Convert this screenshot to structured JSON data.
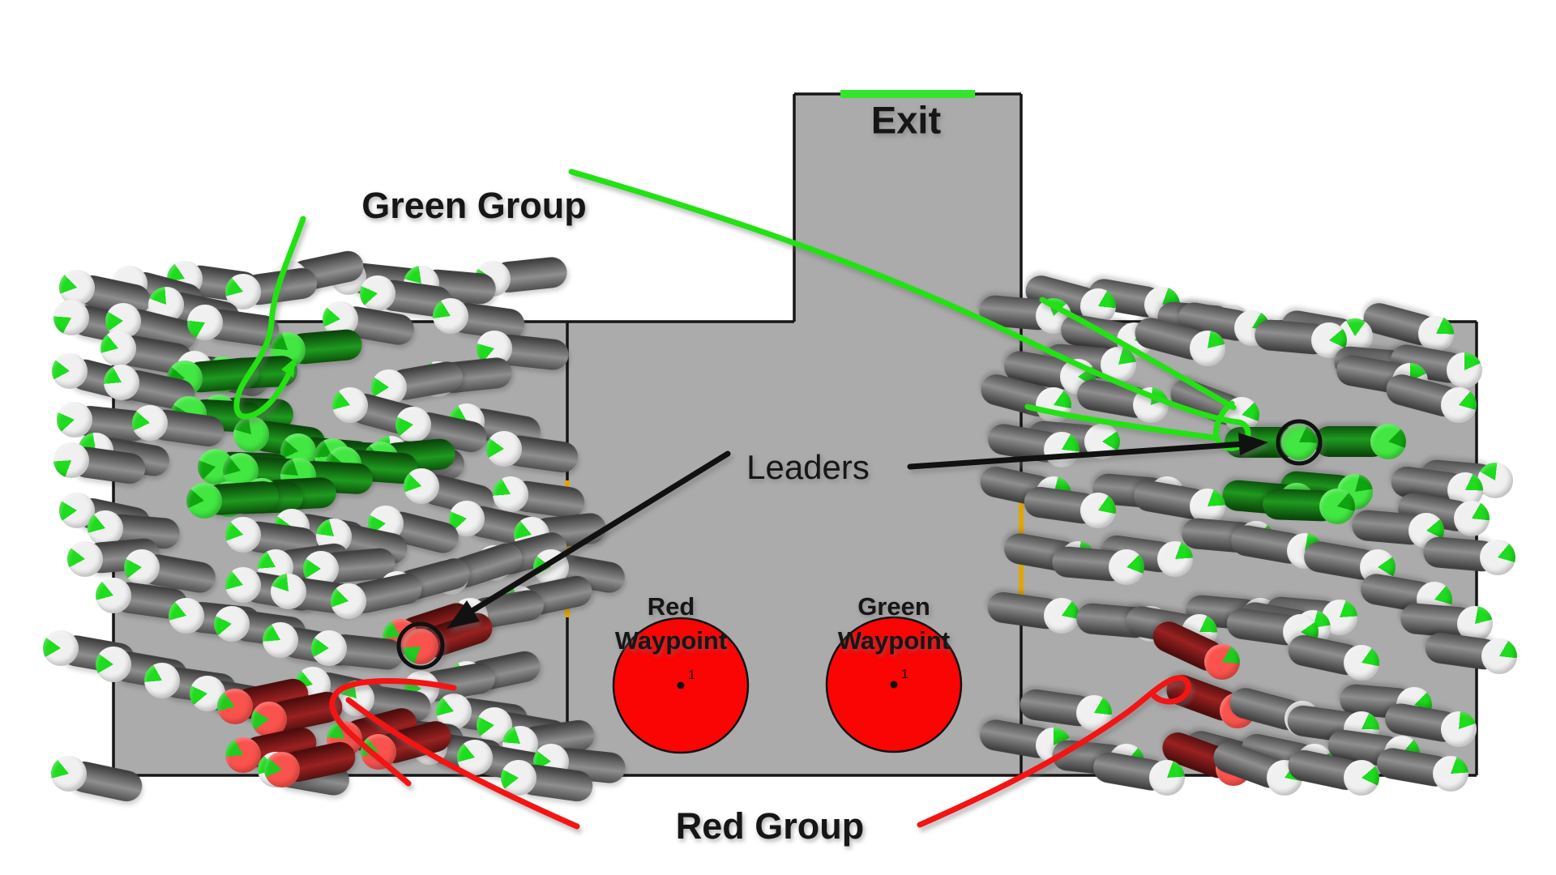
{
  "labels": {
    "exit": "Exit",
    "green_group": "Green Group",
    "red_group": "Red Group",
    "leaders": "Leaders"
  },
  "waypoints": {
    "red": {
      "label_line1": "Red",
      "label_line2": "Waypoint",
      "id": "1"
    },
    "green": {
      "label_line1": "Green",
      "label_line2": "Waypoint",
      "id": "1"
    }
  },
  "colors": {
    "background": "#ffffff",
    "floor": "#ababab",
    "wall": "#161616",
    "exit_marker": "#35e52c",
    "door_marker": "#e0a50a",
    "annotation_green": "#22e213",
    "annotation_red": "#f41414",
    "annotation_black": "#111111",
    "waypoint_fill": "#fb0404",
    "waypoint_outline": "#111111",
    "waypoint_dot": "#111111",
    "text": "#161616"
  },
  "agents_style": {
    "cap_diameter": 44,
    "body_length": 92,
    "body_height": 38,
    "wedge_span_deg": 66,
    "types": [
      {
        "name": "gray",
        "cap": "#f0f0f0",
        "wedge": "#1edc1e",
        "body": [
          "#414141",
          "#8f8f8f",
          "#4f4f4f"
        ]
      },
      {
        "name": "green",
        "cap": "#42e742",
        "wedge": "#10a510",
        "body": [
          "#0b470b",
          "#1f9a1f",
          "#0c520c"
        ]
      },
      {
        "name": "red",
        "cap": "#fa524c",
        "wedge": "#1fcc1f",
        "body": [
          "#4e0d0d",
          "#9a2121",
          "#581010"
        ]
      }
    ]
  },
  "agents": {
    "schema": [
      "x",
      "y",
      "body_angle_deg",
      "wedge_from_deg",
      "type_index"
    ],
    "list": [
      [
        95,
        355,
        12,
        250,
        0
      ],
      [
        160,
        350,
        15,
        200,
        0
      ],
      [
        228,
        344,
        8,
        260,
        0
      ],
      [
        205,
        376,
        12,
        290,
        0
      ],
      [
        152,
        396,
        14,
        235,
        0
      ],
      [
        253,
        398,
        8,
        210,
        0
      ],
      [
        300,
        360,
        -8,
        255,
        0
      ],
      [
        358,
        344,
        -12,
        200,
        0
      ],
      [
        430,
        342,
        6,
        265,
        0
      ],
      [
        466,
        362,
        8,
        228,
        0
      ],
      [
        420,
        394,
        10,
        245,
        0
      ],
      [
        520,
        350,
        5,
        285,
        0
      ],
      [
        608,
        344,
        -6,
        238,
        0
      ],
      [
        556,
        390,
        8,
        262,
        0
      ],
      [
        610,
        430,
        6,
        220,
        0
      ],
      [
        88,
        392,
        12,
        208,
        0
      ],
      [
        86,
        458,
        14,
        242,
        0
      ],
      [
        146,
        430,
        10,
        255,
        0
      ],
      [
        240,
        455,
        12,
        218,
        0
      ],
      [
        92,
        518,
        6,
        228,
        0
      ],
      [
        150,
        472,
        12,
        265,
        0
      ],
      [
        185,
        522,
        8,
        245,
        0
      ],
      [
        118,
        556,
        10,
        285,
        0
      ],
      [
        88,
        568,
        8,
        200,
        0
      ],
      [
        480,
        478,
        -10,
        238,
        0
      ],
      [
        540,
        468,
        -6,
        275,
        0
      ],
      [
        432,
        500,
        15,
        255,
        0
      ],
      [
        510,
        524,
        12,
        230,
        0
      ],
      [
        576,
        520,
        10,
        265,
        0
      ],
      [
        622,
        554,
        8,
        240,
        0
      ],
      [
        482,
        560,
        10,
        290,
        0
      ],
      [
        520,
        600,
        14,
        250,
        0
      ],
      [
        576,
        640,
        12,
        228,
        0
      ],
      [
        630,
        610,
        8,
        265,
        0
      ],
      [
        95,
        630,
        12,
        235,
        0
      ],
      [
        130,
        652,
        5,
        255,
        0
      ],
      [
        360,
        650,
        10,
        240,
        0
      ],
      [
        412,
        662,
        12,
        278,
        0
      ],
      [
        300,
        660,
        8,
        250,
        0
      ],
      [
        476,
        646,
        14,
        232,
        0
      ],
      [
        656,
        660,
        -6,
        255,
        0
      ],
      [
        680,
        700,
        10,
        242,
        0
      ],
      [
        340,
        700,
        -8,
        265,
        0
      ],
      [
        396,
        702,
        -5,
        238,
        0
      ],
      [
        300,
        722,
        10,
        255,
        0
      ],
      [
        356,
        730,
        8,
        288,
        0
      ],
      [
        430,
        742,
        -12,
        250,
        0
      ],
      [
        490,
        727,
        -15,
        232,
        0
      ],
      [
        556,
        712,
        -18,
        265,
        0
      ],
      [
        610,
        695,
        -15,
        242,
        0
      ],
      [
        230,
        760,
        6,
        255,
        0
      ],
      [
        286,
        770,
        8,
        230,
        0
      ],
      [
        346,
        790,
        10,
        265,
        0
      ],
      [
        406,
        800,
        6,
        240,
        0
      ],
      [
        580,
        760,
        -10,
        255,
        0
      ],
      [
        640,
        745,
        -12,
        275,
        0
      ],
      [
        175,
        700,
        10,
        232,
        0
      ],
      [
        140,
        735,
        8,
        255,
        0
      ],
      [
        105,
        690,
        -5,
        242,
        0
      ],
      [
        140,
        820,
        10,
        240,
        0
      ],
      [
        200,
        840,
        8,
        265,
        0
      ],
      [
        256,
        856,
        10,
        230,
        0
      ],
      [
        386,
        845,
        12,
        255,
        0
      ],
      [
        440,
        862,
        8,
        285,
        0
      ],
      [
        520,
        850,
        -10,
        240,
        0
      ],
      [
        576,
        838,
        -12,
        265,
        0
      ],
      [
        560,
        878,
        8,
        255,
        0
      ],
      [
        610,
        895,
        10,
        232,
        0
      ],
      [
        480,
        905,
        6,
        265,
        0
      ],
      [
        530,
        922,
        8,
        240,
        0
      ],
      [
        586,
        935,
        10,
        255,
        0
      ],
      [
        642,
        918,
        -8,
        275,
        0
      ],
      [
        680,
        940,
        6,
        242,
        0
      ],
      [
        340,
        950,
        10,
        255,
        0
      ],
      [
        640,
        960,
        8,
        232,
        0
      ],
      [
        85,
        955,
        12,
        255,
        0
      ],
      [
        75,
        800,
        10,
        240,
        0
      ],
      [
        228,
        467,
        -5,
        245,
        1
      ],
      [
        275,
        462,
        -3,
        265,
        1
      ],
      [
        355,
        432,
        -5,
        275,
        1
      ],
      [
        233,
        511,
        3,
        235,
        1
      ],
      [
        270,
        509,
        2,
        255,
        1
      ],
      [
        310,
        536,
        8,
        285,
        1
      ],
      [
        368,
        557,
        5,
        245,
        1
      ],
      [
        410,
        563,
        3,
        265,
        1
      ],
      [
        266,
        576,
        2,
        225,
        1
      ],
      [
        297,
        581,
        4,
        255,
        1
      ],
      [
        368,
        587,
        3,
        275,
        1
      ],
      [
        252,
        618,
        -4,
        245,
        1
      ],
      [
        282,
        616,
        -2,
        265,
        1
      ],
      [
        323,
        612,
        -3,
        235,
        1
      ],
      [
        470,
        567,
        -5,
        255,
        1
      ],
      [
        424,
        573,
        4,
        245,
        1
      ],
      [
        494,
        786,
        -18,
        265,
        2
      ],
      [
        519,
        798,
        -18,
        200,
        2
      ],
      [
        290,
        872,
        -12,
        255,
        2
      ],
      [
        332,
        888,
        -12,
        235,
        2
      ],
      [
        300,
        932,
        -12,
        265,
        2
      ],
      [
        348,
        950,
        -12,
        245,
        2
      ],
      [
        467,
        928,
        -15,
        255,
        2
      ],
      [
        425,
        912,
        -15,
        275,
        2
      ],
      [
        1355,
        378,
        195,
        30,
        0
      ],
      [
        1300,
        390,
        185,
        340,
        0
      ],
      [
        1434,
        376,
        190,
        20,
        0
      ],
      [
        1520,
        398,
        185,
        60,
        0
      ],
      [
        1672,
        415,
        190,
        330,
        0
      ],
      [
        1772,
        412,
        195,
        25,
        0
      ],
      [
        1738,
        453,
        185,
        45,
        0
      ],
      [
        1807,
        457,
        190,
        0,
        0
      ],
      [
        1545,
        405,
        190,
        30,
        0
      ],
      [
        1640,
        420,
        185,
        50,
        0
      ],
      [
        1490,
        430,
        195,
        10,
        0
      ],
      [
        1400,
        420,
        190,
        40,
        0
      ],
      [
        1330,
        465,
        190,
        55,
        0
      ],
      [
        1380,
        450,
        185,
        15,
        0
      ],
      [
        1300,
        500,
        195,
        35,
        0
      ],
      [
        1420,
        500,
        190,
        5,
        0
      ],
      [
        1532,
        512,
        200,
        45,
        0
      ],
      [
        1740,
        470,
        190,
        0,
        0
      ],
      [
        1800,
        500,
        195,
        40,
        0
      ],
      [
        1808,
        605,
        188,
        25,
        0
      ],
      [
        1845,
        593,
        185,
        300,
        0
      ],
      [
        1310,
        555,
        190,
        30,
        0
      ],
      [
        1360,
        545,
        185,
        55,
        0
      ],
      [
        1300,
        610,
        192,
        15,
        0
      ],
      [
        1355,
        630,
        188,
        35,
        0
      ],
      [
        1440,
        610,
        185,
        60,
        0
      ],
      [
        1490,
        625,
        190,
        20,
        0
      ],
      [
        1550,
        665,
        185,
        40,
        0
      ],
      [
        1610,
        680,
        190,
        10,
        0
      ],
      [
        1760,
        655,
        185,
        50,
        0
      ],
      [
        1816,
        640,
        190,
        30,
        0
      ],
      [
        1848,
        688,
        185,
        40,
        0
      ],
      [
        1700,
        700,
        190,
        55,
        0
      ],
      [
        1450,
        690,
        188,
        20,
        0
      ],
      [
        1390,
        700,
        185,
        45,
        0
      ],
      [
        1330,
        690,
        190,
        10,
        0
      ],
      [
        1310,
        760,
        188,
        35,
        0
      ],
      [
        1420,
        770,
        185,
        60,
        0
      ],
      [
        1480,
        780,
        190,
        25,
        0
      ],
      [
        1555,
        760,
        185,
        45,
        0
      ],
      [
        1620,
        775,
        190,
        15,
        0
      ],
      [
        1680,
        818,
        192,
        35,
        0
      ],
      [
        1605,
        780,
        188,
        55,
        0
      ],
      [
        1653,
        762,
        185,
        20,
        0
      ],
      [
        1770,
        740,
        190,
        40,
        0
      ],
      [
        1820,
        770,
        185,
        10,
        0
      ],
      [
        1850,
        810,
        188,
        30,
        0
      ],
      [
        1607,
        887,
        195,
        45,
        0
      ],
      [
        1552,
        940,
        195,
        15,
        0
      ],
      [
        1585,
        960,
        200,
        35,
        0
      ],
      [
        1622,
        940,
        192,
        60,
        0
      ],
      [
        1680,
        900,
        188,
        25,
        0
      ],
      [
        1745,
        870,
        185,
        45,
        0
      ],
      [
        1800,
        900,
        190,
        5,
        0
      ],
      [
        1730,
        930,
        188,
        40,
        0
      ],
      [
        1790,
        955,
        190,
        20,
        0
      ],
      [
        1680,
        960,
        192,
        50,
        0
      ],
      [
        1350,
        880,
        188,
        30,
        0
      ],
      [
        1300,
        920,
        190,
        0,
        0
      ],
      [
        1390,
        940,
        186,
        40,
        0
      ],
      [
        1440,
        960,
        190,
        20,
        0
      ],
      [
        1603,
        546,
        180,
        25,
        1
      ],
      [
        1713,
        545,
        180,
        45,
        1
      ],
      [
        1672,
        607,
        185,
        15,
        1
      ],
      [
        1650,
        625,
        182,
        40,
        1
      ],
      [
        1600,
        618,
        185,
        60,
        1
      ],
      [
        1508,
        817,
        205,
        30,
        2
      ],
      [
        1527,
        877,
        200,
        10,
        2
      ],
      [
        1522,
        948,
        200,
        45,
        2
      ]
    ]
  }
}
